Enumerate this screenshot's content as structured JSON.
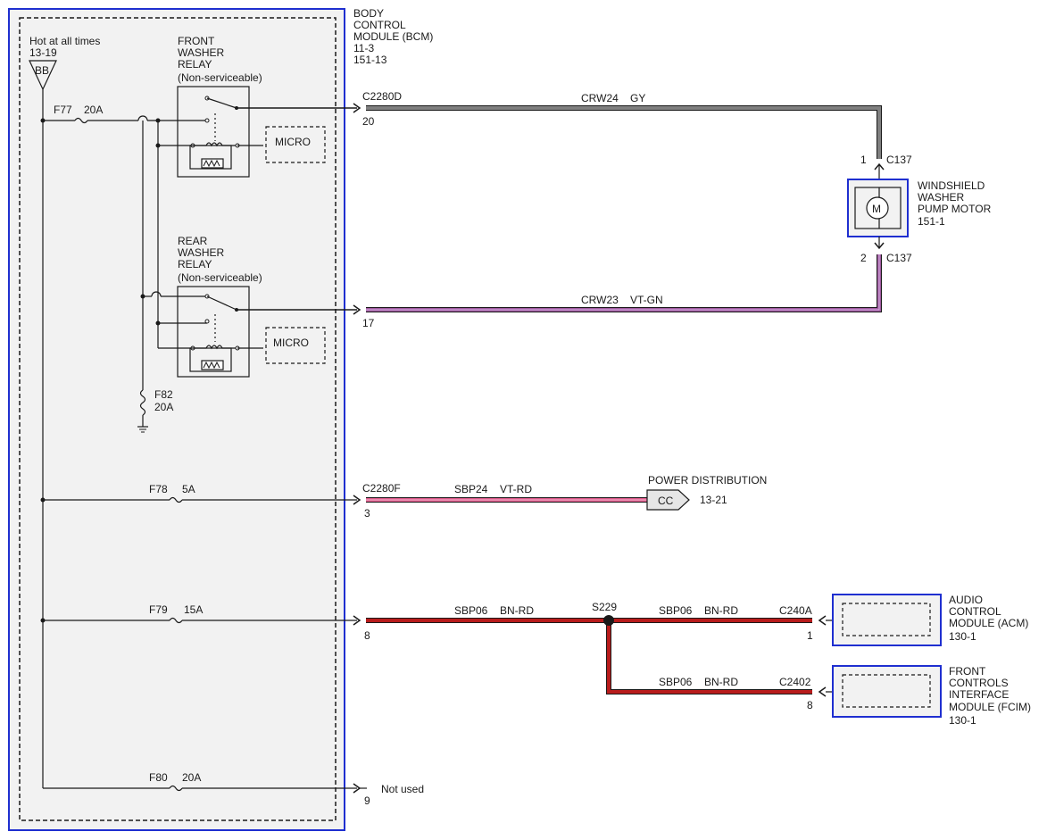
{
  "bcm": {
    "title_lines": [
      "BODY",
      "CONTROL",
      "MODULE (BCM)",
      "11-3",
      "151-13"
    ],
    "hot_label": "Hot at all times",
    "hot_ref": "13-19",
    "hot_connector": "BB"
  },
  "front_relay": {
    "title_lines": [
      "FRONT",
      "WASHER",
      "RELAY",
      "(Non-serviceable)"
    ],
    "micro": "MICRO"
  },
  "rear_relay": {
    "title_lines": [
      "REAR",
      "WASHER",
      "RELAY",
      "(Non-serviceable)"
    ],
    "micro": "MICRO"
  },
  "fuses": {
    "f77": {
      "name": "F77",
      "rating": "20A"
    },
    "f82": {
      "name": "F82",
      "rating": "20A"
    },
    "f78": {
      "name": "F78",
      "rating": "5A"
    },
    "f79": {
      "name": "F79",
      "rating": "15A"
    },
    "f80": {
      "name": "F80",
      "rating": "20A"
    }
  },
  "circuits": {
    "crw24": {
      "connector": "C2280D",
      "pin": "20",
      "label": "CRW24",
      "color_code": "GY",
      "wire_color": "#808080"
    },
    "crw23": {
      "pin": "17",
      "label": "CRW23",
      "color_code": "VT-GN",
      "wire_color": "#a05aa0"
    },
    "sbp24": {
      "connector": "C2280F",
      "pin": "3",
      "label": "SBP24",
      "color_code": "VT-RD",
      "wire_color": "#e05a8c"
    },
    "sbp06_main": {
      "pin": "8",
      "label": "SBP06",
      "color_code": "BN-RD",
      "wire_color": "#b81c1c"
    },
    "sbp06_acm": {
      "label": "SBP06",
      "color_code": "BN-RD",
      "connector": "C240A",
      "pin": "1"
    },
    "sbp06_fcim": {
      "label": "SBP06",
      "color_code": "BN-RD",
      "connector": "C2402",
      "pin": "8"
    },
    "not_used": {
      "pin": "9",
      "label": "Not used"
    }
  },
  "splice": {
    "name": "S229"
  },
  "pump_motor": {
    "title_lines": [
      "WINDSHIELD",
      "WASHER",
      "PUMP MOTOR",
      "151-1"
    ],
    "symbol": "M",
    "pin_top": "1",
    "pin_bottom": "2",
    "connector_top": "C137",
    "connector_bottom": "C137"
  },
  "power_distribution": {
    "title": "POWER DISTRIBUTION",
    "connector": "CC",
    "ref": "13-21"
  },
  "acm": {
    "title_lines": [
      "AUDIO",
      "CONTROL",
      "MODULE (ACM)",
      "130-1"
    ]
  },
  "fcim": {
    "title_lines": [
      "FRONT",
      "CONTROLS",
      "INTERFACE",
      "MODULE (FCIM)",
      "130-1"
    ]
  },
  "colors": {
    "module_border": "#1f2fd0",
    "module_fill": "#f2f2f2",
    "line": "#1a1a1a"
  }
}
